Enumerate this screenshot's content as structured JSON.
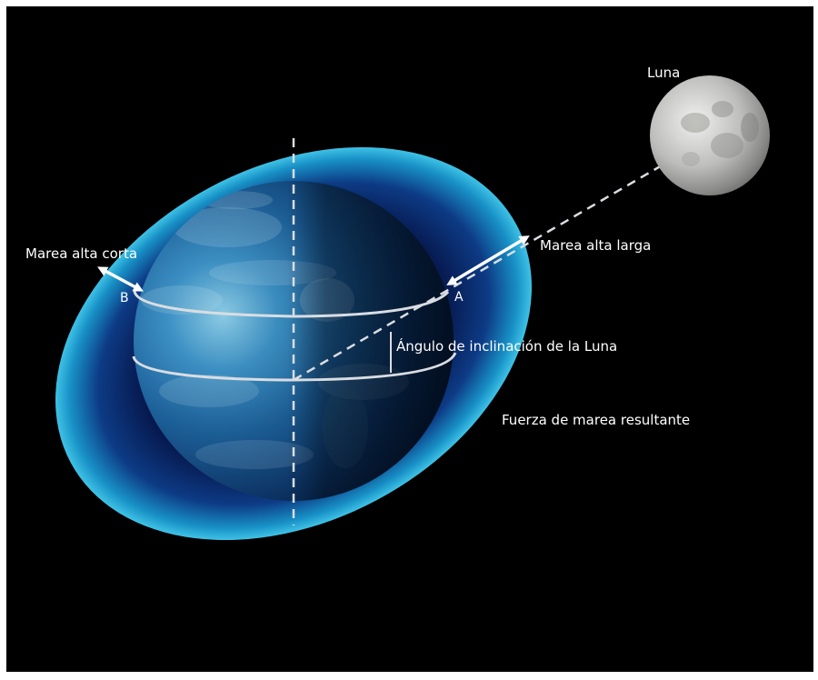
{
  "labels": {
    "moon": "Luna",
    "short_high_tide": "Marea alta corta",
    "long_high_tide": "Marea alta larga",
    "point_a": "A",
    "point_b": "B",
    "tilt_angle": "Ángulo de inclinación de la Luna",
    "resultant_force": "Fuerza de marea resultante"
  },
  "colors": {
    "background": "#000000",
    "frame": "#ffffff",
    "tidal_bulge": "#1fa6cf",
    "ocean": "#2a79b5",
    "guide_lines": "#d9dde2",
    "arrows": "#ffffff"
  }
}
